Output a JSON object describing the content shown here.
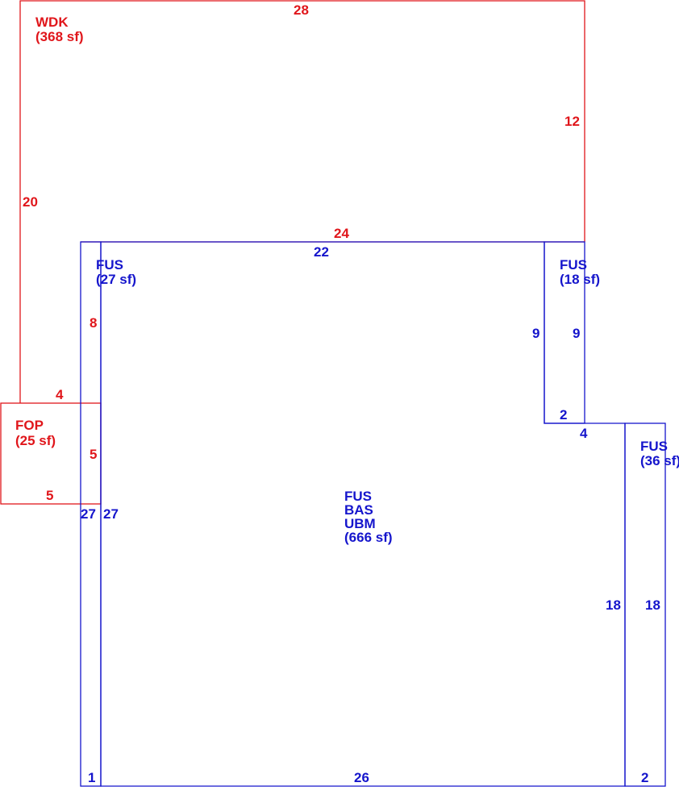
{
  "colors": {
    "red": "#e0161b",
    "blue": "#1515cc",
    "background": "#ffffff"
  },
  "areas": {
    "wdk": {
      "code": "WDK",
      "area": "(368 sf)"
    },
    "fop": {
      "code": "FOP",
      "area": "(25 sf)"
    },
    "fus_left": {
      "code": "FUS",
      "area": "(27 sf)"
    },
    "fus_right_top": {
      "code": "FUS",
      "area": "(18 sf)"
    },
    "fus_right_bottom": {
      "code": "FUS",
      "area": "(36 sf)"
    },
    "main": {
      "line1": "FUS",
      "line2": "BAS",
      "line3": "UBM",
      "area": "(666 sf)"
    }
  },
  "dimensions": {
    "wdk_top": "28",
    "wdk_right": "12",
    "wdk_left": "20",
    "wdk_bottom": "24",
    "fop_top": "4",
    "fop_right": "5",
    "fop_bottom": "5",
    "fus_left_height": "8",
    "main_top": "22",
    "notch_left": "9",
    "notch_right": "9",
    "notch_bottom": "2",
    "notch_step": "4",
    "left_strip_outer": "27",
    "left_strip_inner": "27",
    "left_strip_bottom": "1",
    "main_bottom": "26",
    "right_strip_inner": "18",
    "right_strip_outer": "18",
    "right_strip_bottom": "2"
  }
}
